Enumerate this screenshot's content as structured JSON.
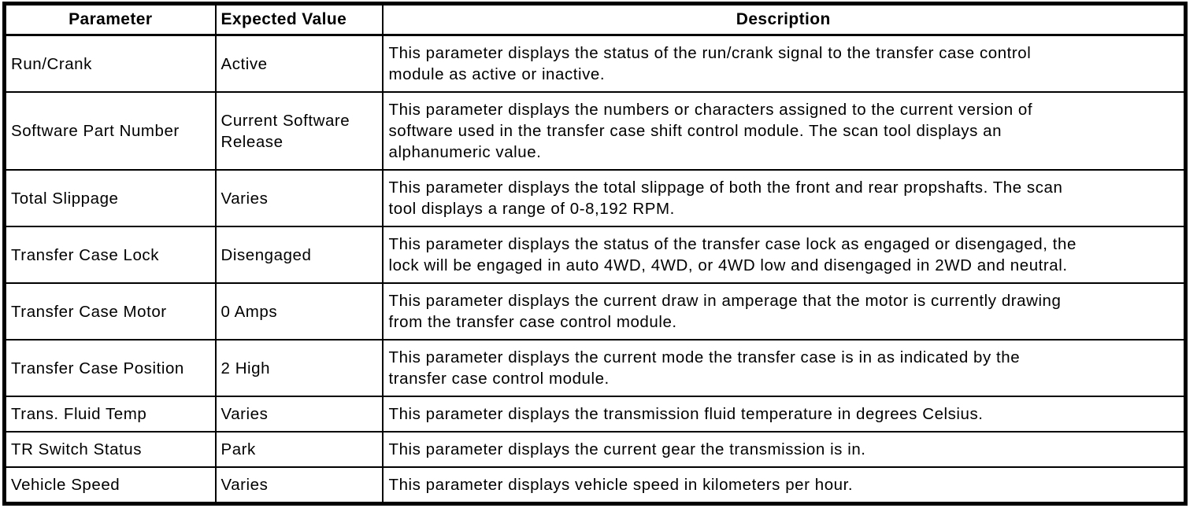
{
  "table": {
    "colors": {
      "border": "#000000",
      "background": "#ffffff",
      "text": "#000000"
    },
    "columns": [
      {
        "key": "parameter",
        "label": "Parameter"
      },
      {
        "key": "expected_value",
        "label": "Expected Value"
      },
      {
        "key": "description",
        "label": "Description"
      }
    ],
    "rows": [
      {
        "parameter": "Run/Crank",
        "expected_value": "Active",
        "description": "This parameter displays the status of the run/crank signal to the transfer case control\nmodule as active or inactive."
      },
      {
        "parameter": "Software Part Number",
        "expected_value": "Current Software Release",
        "description": "This parameter displays the numbers or characters assigned to the current version of\nsoftware used in the transfer case shift control module. The scan tool displays an\nalphanumeric value."
      },
      {
        "parameter": "Total Slippage",
        "expected_value": "Varies",
        "description": "This parameter displays the total slippage of both the front and rear propshafts. The scan\ntool displays a range of 0-8,192 RPM."
      },
      {
        "parameter": "Transfer Case Lock",
        "expected_value": "Disengaged",
        "description": "This parameter displays the status of the transfer case lock as engaged or disengaged, the\nlock will be engaged in auto 4WD, 4WD, or 4WD low and disengaged in 2WD and neutral."
      },
      {
        "parameter": "Transfer Case Motor",
        "expected_value": "0 Amps",
        "description": "This parameter displays the current draw in amperage that the motor is currently drawing\nfrom the transfer case control module."
      },
      {
        "parameter": "Transfer Case Position",
        "expected_value": "2 High",
        "description": "This parameter displays the current mode the transfer case is in as indicated by the\ntransfer case control module."
      },
      {
        "parameter": "Trans. Fluid Temp",
        "expected_value": "Varies",
        "description": "This parameter displays the transmission fluid temperature in degrees Celsius."
      },
      {
        "parameter": "TR Switch Status",
        "expected_value": "Park",
        "description": "This parameter displays the current gear the transmission is in."
      },
      {
        "parameter": "Vehicle Speed",
        "expected_value": "Varies",
        "description": "This parameter displays vehicle speed in kilometers per hour."
      }
    ]
  }
}
